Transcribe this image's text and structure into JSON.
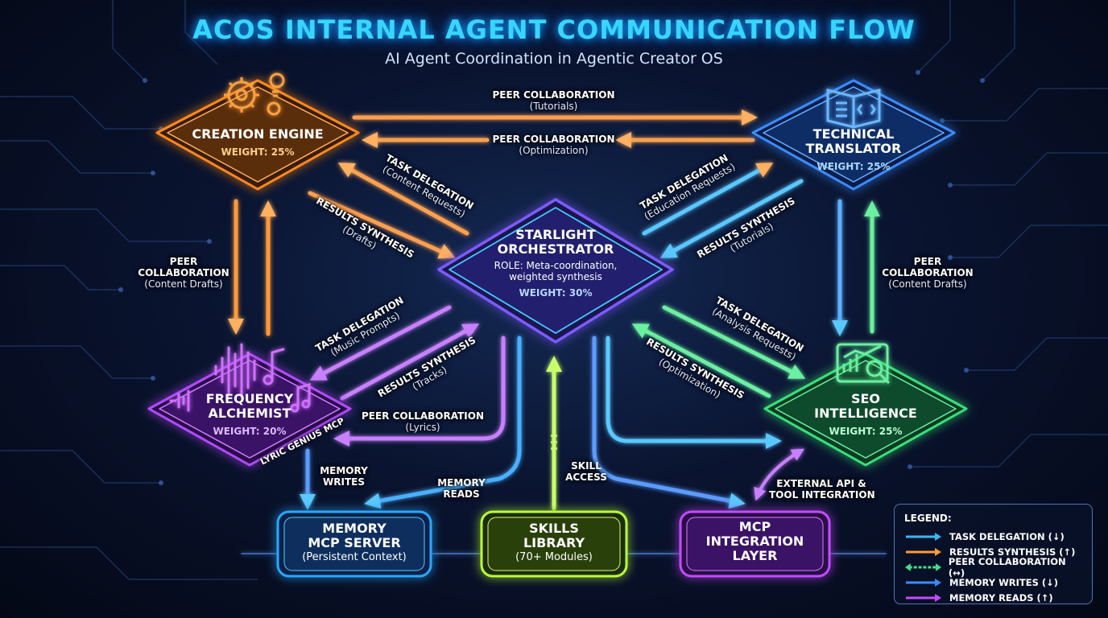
{
  "title": "ACOS INTERNAL AGENT COMMUNICATION FLOW",
  "subtitle": "AI Agent Coordination in Agentic Creator OS",
  "colors": {
    "orchestrator": "#7b5cff",
    "creation": "#ff8a1e",
    "translator": "#3a8cff",
    "frequency": "#b14cff",
    "seo": "#38e07a",
    "memory": "#2aa8ff",
    "skills": "#b8ff3a",
    "mcp": "#c44cff"
  },
  "nodes": {
    "orchestrator": {
      "title_1": "STARLIGHT",
      "title_2": "ORCHESTRATOR",
      "role_1": "ROLE: Meta-coordination,",
      "role_2": "weighted synthesis",
      "weight": "WEIGHT: 30%"
    },
    "creation": {
      "title": "CREATION ENGINE",
      "weight": "WEIGHT: 25%",
      "icon": "gear-icon"
    },
    "translator": {
      "title": "TECHNICAL TRANSLATOR",
      "weight": "WEIGHT: 25%",
      "icon": "book-code-icon"
    },
    "frequency": {
      "title_1": "FREQUENCY",
      "title_2": "ALCHEMIST",
      "weight": "WEIGHT: 20%",
      "tag": "LYRIC GENIUS MCP",
      "icon": "waveform-note-icon"
    },
    "seo": {
      "title_1": "SEO",
      "title_2": "INTELLIGENCE",
      "weight": "WEIGHT: 25%",
      "icon": "analytics-magnifier-icon"
    },
    "memory": {
      "title_1": "MEMORY",
      "title_2": "MCP SERVER",
      "sub": "(Persistent Context)"
    },
    "skills": {
      "title_1": "SKILLS",
      "title_2": "LIBRARY",
      "sub": "(70+ Modules)"
    },
    "mcp": {
      "title_1": "MCP",
      "title_2": "INTEGRATION",
      "title_3": "LAYER"
    }
  },
  "edges": {
    "peer_tutorials": {
      "label": "PEER COLLABORATION",
      "sub": "(Tutorials)"
    },
    "peer_optimization": {
      "label": "PEER COLLABORATION",
      "sub": "(Optimization)"
    },
    "task_content": {
      "label": "TASK DELEGATION",
      "sub": "(Content Requests)"
    },
    "results_drafts": {
      "label": "RESULTS SYNTHESIS",
      "sub": "(Drafts)"
    },
    "task_education": {
      "label": "TASK DELEGATION",
      "sub": "(Education Requests)"
    },
    "results_tutorials": {
      "label": "RESULTS SYNTHESIS",
      "sub": "(Tutorials)"
    },
    "peer_content_left": {
      "label_1": "PEER",
      "label_2": "COLLABORATION",
      "sub": "(Content Drafts)"
    },
    "peer_content_right": {
      "label_1": "PEER",
      "label_2": "COLLABORATION",
      "sub": "(Content Drafts)"
    },
    "task_music": {
      "label": "TASK DELEGATION",
      "sub": "(Music Prompts)"
    },
    "results_tracks": {
      "label": "RESULTS SYNTHESIS",
      "sub": "(Tracks)"
    },
    "peer_lyrics": {
      "label": "PEER COLLABORATION",
      "sub": "(Lyrics)"
    },
    "task_analysis": {
      "label": "TASK DELEGATION",
      "sub": "(Analysis Requests)"
    },
    "results_optimization": {
      "label": "RESULTS SYNTHESIS",
      "sub": "(Optimization)"
    },
    "memory_writes": {
      "label_1": "MEMORY",
      "label_2": "WRITES"
    },
    "memory_reads": {
      "label_1": "MEMORY",
      "label_2": "READS"
    },
    "skill_access": {
      "label_1": "SKILL",
      "label_2": "ACCESS"
    },
    "external_api": {
      "label_1": "EXTERNAL API &",
      "label_2": "TOOL INTEGRATION"
    }
  },
  "legend": {
    "title": "LEGEND:",
    "items": [
      {
        "label": "TASK DELEGATION (↓)",
        "color": "#39b8ff"
      },
      {
        "label": "RESULTS SYNTHESIS (↑)",
        "color": "#ff9a3a"
      },
      {
        "label": "PEER COLLABORATION (↔)",
        "color": "#45e08a"
      },
      {
        "label": "MEMORY WRITES (↓)",
        "color": "#3a8cff"
      },
      {
        "label": "MEMORY READS (↑)",
        "color": "#c44cff"
      }
    ]
  }
}
